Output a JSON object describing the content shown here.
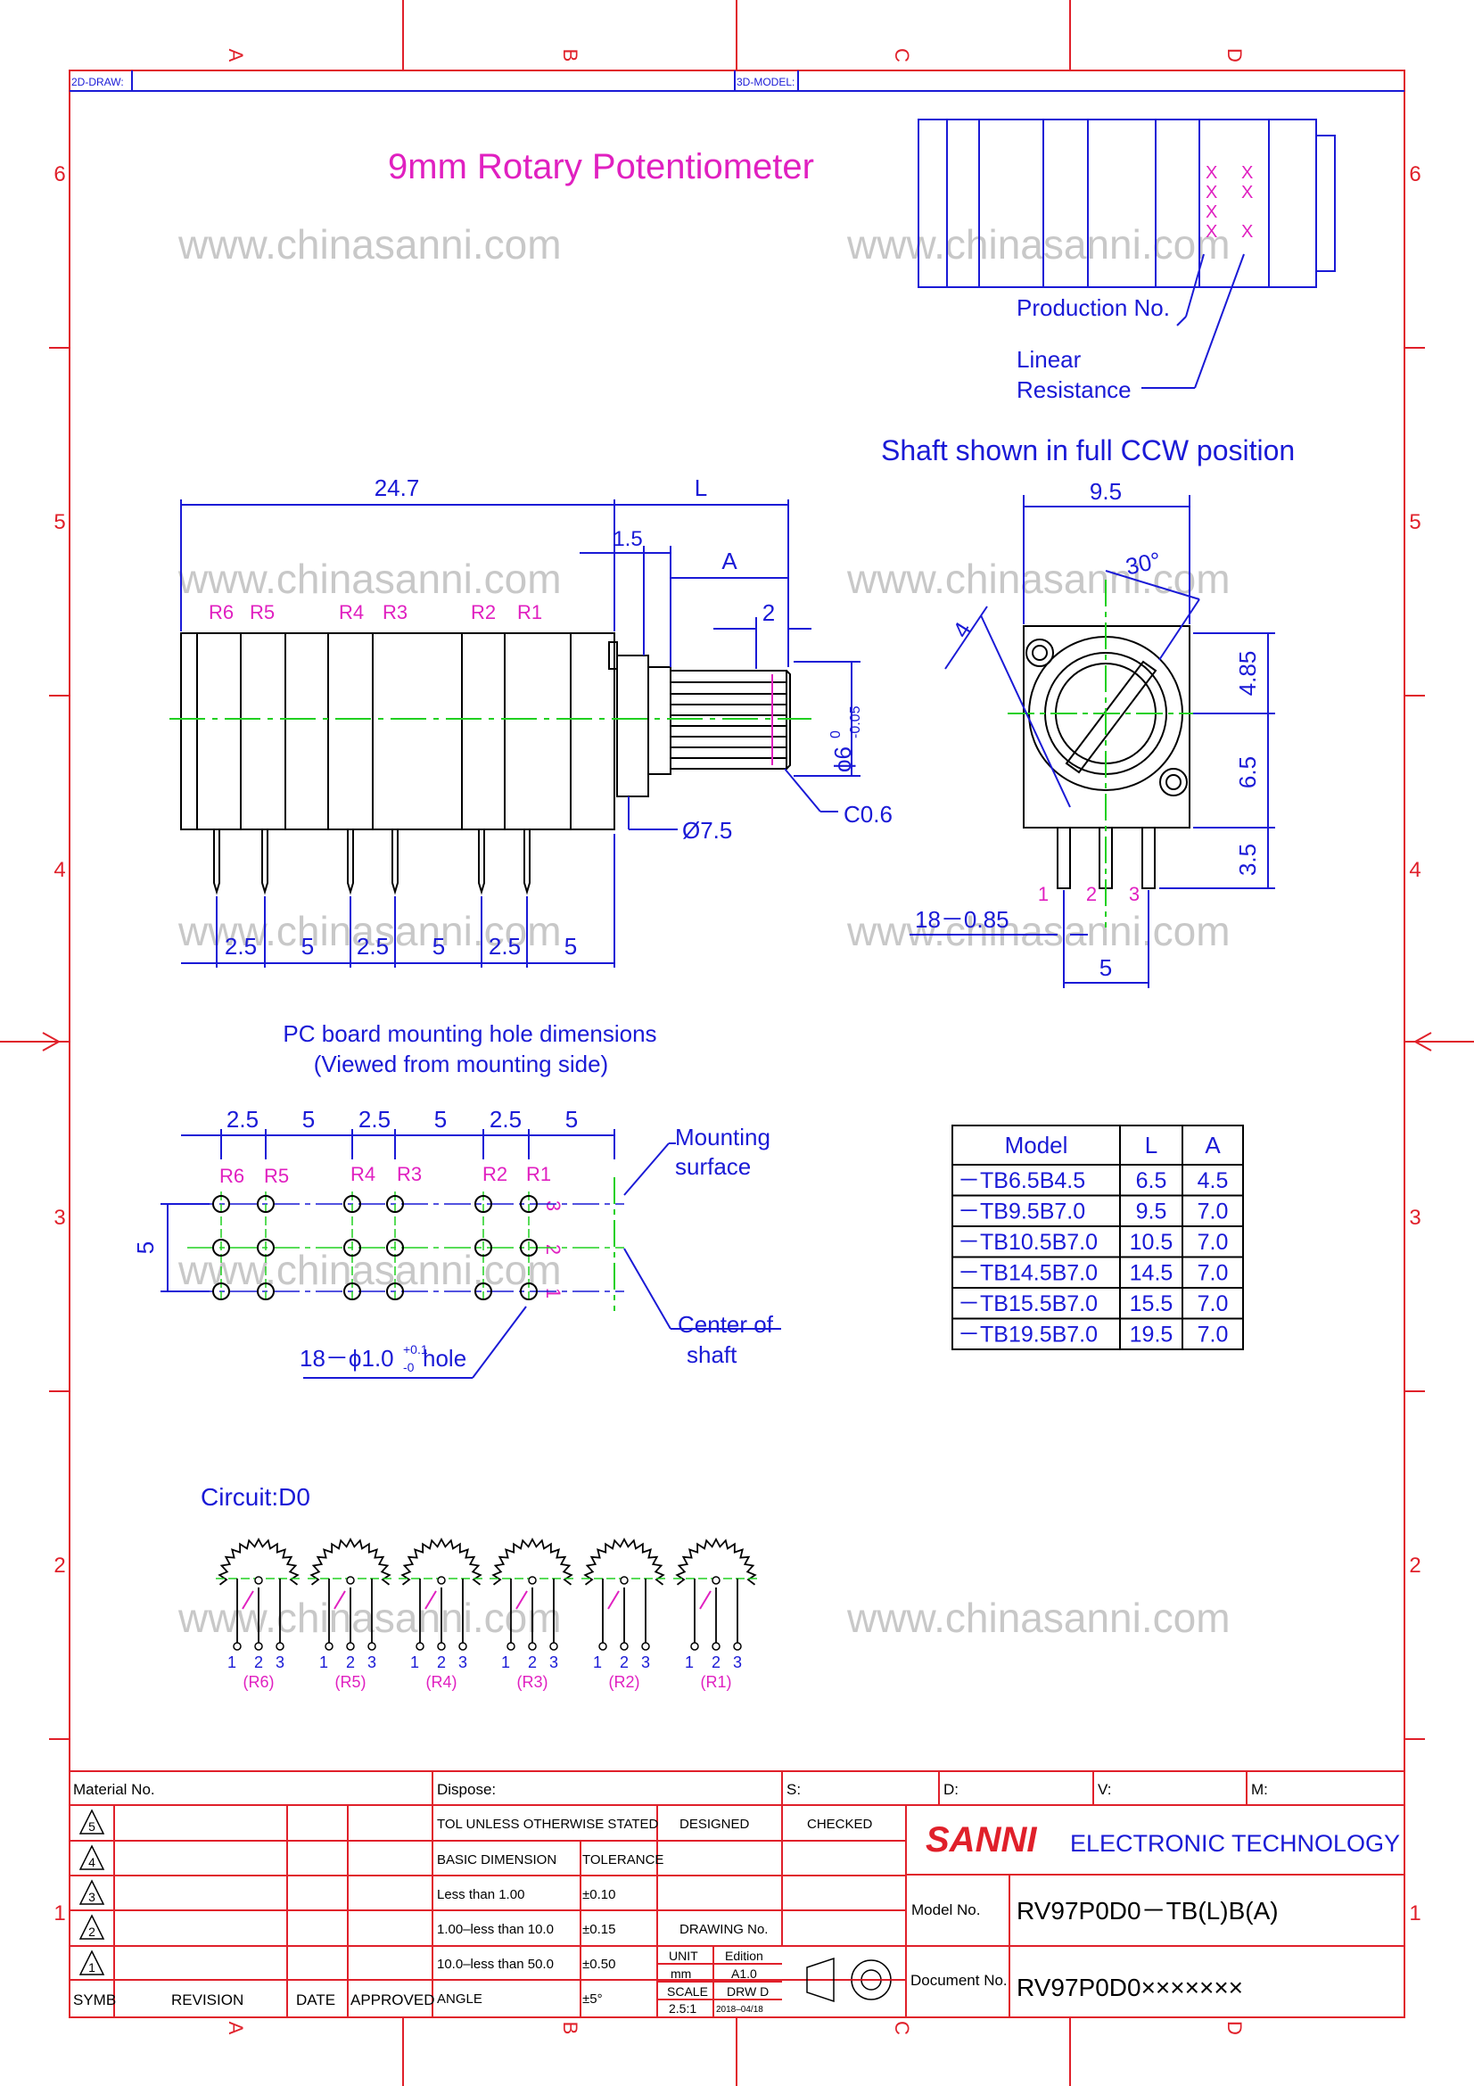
{
  "title": "9mm Rotary Potentiometer",
  "watermark": "www.chinasanni.com",
  "frame": {
    "cols": [
      "A",
      "B",
      "C",
      "D"
    ],
    "rows": [
      "6",
      "5",
      "4",
      "3",
      "2",
      "1"
    ],
    "draw_2d_label": "2D-DRAW:",
    "model_3d_label": "3D-MODEL:"
  },
  "top_view": {
    "marks": [
      "X",
      "X",
      "X",
      "X",
      "X",
      "X",
      "X"
    ],
    "production_no": "Production No.",
    "linear": "Linear",
    "resistance": "Resistance"
  },
  "side_view": {
    "dim_total": "24.7",
    "dim_L": "L",
    "dim_15": "1.5",
    "dim_A": "A",
    "dim_2": "2",
    "dia_shaft_base": "ϕ6",
    "dia_shaft_sup": "0",
    "dia_shaft_sub": "-0.05",
    "dia_bushing": "Ø7.5",
    "chamfer": "C0.6",
    "resistors": [
      "R6",
      "R5",
      "R4",
      "R3",
      "R2",
      "R1"
    ],
    "pitches": [
      "2.5",
      "5",
      "2.5",
      "5",
      "2.5",
      "5"
    ]
  },
  "front_view": {
    "caption": "Shaft shown in full CCW position",
    "width": "9.5",
    "angle": "30°",
    "dim_4": "4",
    "dim_485": "4.85",
    "dim_65": "6.5",
    "dim_35": "3.5",
    "pin_spec": "18－0.85",
    "pin_pitch": "5",
    "pin_numbers": [
      "1",
      "2",
      "3"
    ]
  },
  "pcb": {
    "title1": "PC board mounting hole dimensions",
    "title2": "(Viewed from mounting side)",
    "pitches": [
      "2.5",
      "5",
      "2.5",
      "5",
      "2.5",
      "5"
    ],
    "resistors": [
      "R6",
      "R5",
      "R4",
      "R3",
      "R2",
      "R1"
    ],
    "row_height": "5",
    "pin_numbers": [
      "3",
      "2",
      "1"
    ],
    "mounting_surface_1": "Mounting",
    "mounting_surface_2": "surface",
    "center_of_shaft_1": "Center of",
    "center_of_shaft_2": "shaft",
    "hole_pre": "18－ϕ1.0",
    "hole_tol_plus": "+0.1",
    "hole_tol_minus": "-0",
    "hole_post": "hole"
  },
  "model_table": {
    "headers": [
      "Model",
      "L",
      "A"
    ],
    "rows": [
      [
        "－TB6.5B4.5",
        "6.5",
        "4.5"
      ],
      [
        "－TB9.5B7.0",
        "9.5",
        "7.0"
      ],
      [
        "－TB10.5B7.0",
        "10.5",
        "7.0"
      ],
      [
        "－TB14.5B7.0",
        "14.5",
        "7.0"
      ],
      [
        "－TB15.5B7.0",
        "15.5",
        "7.0"
      ],
      [
        "－TB19.5B7.0",
        "19.5",
        "7.0"
      ]
    ]
  },
  "circuit": {
    "label": "Circuit:D0",
    "units": [
      "(R6)",
      "(R5)",
      "(R4)",
      "(R3)",
      "(R2)",
      "(R1)"
    ],
    "pins": [
      "1",
      "2",
      "3"
    ]
  },
  "title_block": {
    "material_no": "Material No.",
    "dispose": "Dispose:",
    "s": "S:",
    "d": "D:",
    "v": "V:",
    "m": "M:",
    "revisions": [
      "5",
      "4",
      "3",
      "2",
      "1"
    ],
    "symb": "SYMB",
    "revision": "REVISION",
    "date": "DATE",
    "approved": "APPROVED",
    "tol_header": "TOL UNLESS OTHERWISE STATED",
    "basic_dimension": "BASIC DIMENSION",
    "tolerance": "TOLERANCE",
    "tol_rows": [
      [
        "Less  than  1.00",
        "±0.10"
      ],
      [
        "1.00–less  than  10.0",
        "±0.15"
      ],
      [
        "10.0–less  than  50.0",
        "±0.50"
      ],
      [
        "ANGLE",
        "±5°"
      ]
    ],
    "designed": "DESIGNED",
    "checked": "CHECKED",
    "drawing_no": "DRAWING No.",
    "unit_label": "UNIT",
    "unit_value": "mm",
    "edition_label": "Edition",
    "edition_value": "A1.0",
    "scale_label": "SCALE",
    "scale_value": "2.5:1",
    "drw_label": "DRW D",
    "date_value": "2018–04/18",
    "brand": "SANNI",
    "brand_rest": "ELECTRONIC  TECHNOLOGY",
    "model_no_label": "Model No.",
    "model_no_value": "RV97P0D0－TB(L)B(A)",
    "document_no_label": "Document No.",
    "document_no_value": "RV97P0D0×××××××"
  }
}
